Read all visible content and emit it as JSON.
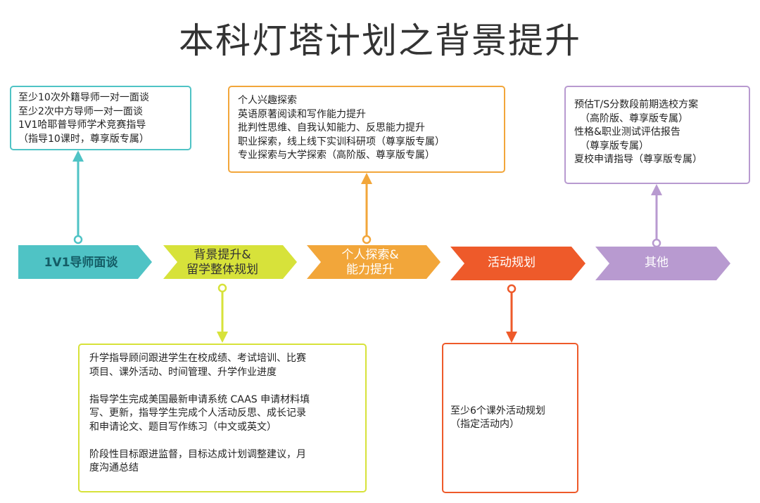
{
  "title": "本科灯塔计划之背景提升",
  "colors": {
    "teal": "#4fc3c5",
    "yellow_green": "#d7e23a",
    "orange": "#f2a63a",
    "red_orange": "#ee5a2a",
    "purple": "#b89ad0"
  },
  "steps": [
    {
      "lines": [
        "1V1导师面谈"
      ],
      "color": "#4fc3c5"
    },
    {
      "lines": [
        "背景提升&",
        "留学整体规划"
      ],
      "color": "#d7e23a"
    },
    {
      "lines": [
        "个人探索&",
        "能力提升"
      ],
      "color": "#f2a63a"
    },
    {
      "lines": [
        "活动规划"
      ],
      "color": "#ee5a2a"
    },
    {
      "lines": [
        "其他"
      ],
      "color": "#b89ad0"
    }
  ],
  "boxes": {
    "mentor": {
      "lines": [
        "至少10次外籍导师一对一面谈",
        "至少2次中方导师一对一面谈",
        "1V1哈耶普导师学术竞赛指导",
        "（指导10课时，尊享版专属）"
      ]
    },
    "exploration": {
      "lines": [
        "个人兴趣探索",
        "英语原著阅读和写作能力提升",
        "批判性思维、自我认知能力、反思能力提升",
        "职业探索，线上线下实训科研项（尊享版专属）",
        "专业探索与大学探索（高阶版、尊享版专属）"
      ]
    },
    "other": {
      "lines": [
        "预估T/S分数段前期选校方案",
        "（高阶版、尊享版专属）",
        "性格&职业测试评估报告",
        "（尊享版专属）",
        "夏校申请指导（尊享版专属）"
      ]
    },
    "planning": {
      "paragraphs": [
        [
          "升学指导顾问跟进学生在校成绩、考试培训、比赛",
          "项目、课外活动、时间管理、升学作业进度"
        ],
        [
          "指导学生完成美国最新申请系统  CAAS 申请材料填",
          "写、更新，指导学生完成个人活动反思、成长记录",
          "和申请论文、题目写作练习（中文或英文）"
        ],
        [
          "阶段性目标跟进监督，目标达成计划调整建议，月",
          "度沟通总结"
        ]
      ]
    },
    "activity": {
      "lines": [
        "至少6个课外活动规划",
        "（指定活动内）"
      ]
    }
  }
}
